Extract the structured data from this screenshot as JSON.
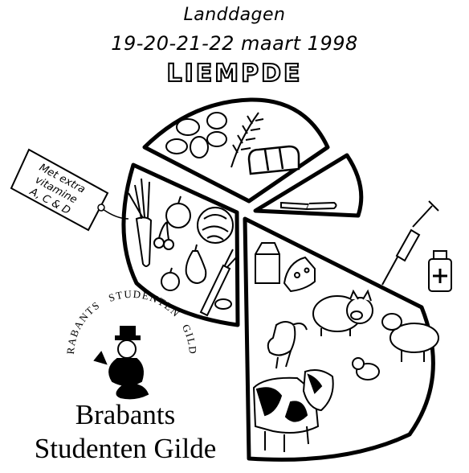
{
  "header": {
    "line1": "Landdagen",
    "line2": "19-20-21-22 maart 1998",
    "line3": "LIEMPDE"
  },
  "tag": {
    "line1": "Met extra",
    "line2": "vitamine",
    "line3": "A, C & D"
  },
  "emblem": {
    "ring_left": "BRABANTS",
    "ring_top": "STUDENTEN",
    "ring_right": "GILDE"
  },
  "footer": {
    "line1": "Brabants",
    "line2": "Studenten Gilde"
  },
  "icons": [
    "potato-icon",
    "wheat-icon",
    "bread-icon",
    "knife-icon",
    "carrot-icon",
    "apple-icon",
    "cherries-icon",
    "cabbage-icon",
    "pear-icon",
    "leek-icon",
    "milk-carton-icon",
    "cheese-icon",
    "syringe-icon",
    "medicine-bottle-icon",
    "pig-icon",
    "sheep-icon",
    "rooster-icon",
    "chick-icon",
    "cow-icon",
    "mascot-icon"
  ]
}
